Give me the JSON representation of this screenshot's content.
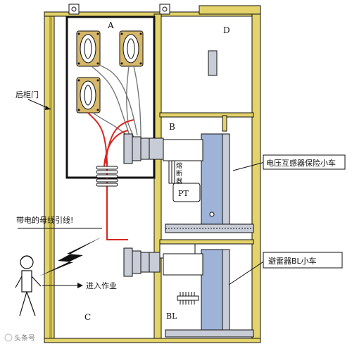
{
  "labels": {
    "compartment_a": "A",
    "compartment_b": "B",
    "compartment_c": "C",
    "compartment_d": "D",
    "rear_door": "后柜门",
    "fuse": "熔断器",
    "pt": "PT",
    "bl": "BL",
    "pt_truck": "电压互感器保险小车",
    "arrester_truck": "避雷器BL小车",
    "live_bus": "带电的母线引线!",
    "enter_work": "进入作业",
    "watermark": "头条号"
  },
  "colors": {
    "cabinet_frame": "#e3d36a",
    "cabinet_frame_dark": "#b8a73a",
    "panel_blue": "#9fb3d8",
    "panel_grey": "#c7ccd6",
    "bushing_fill": "#d7b86a",
    "live_wire": "#d8261f",
    "outline": "#111111"
  }
}
